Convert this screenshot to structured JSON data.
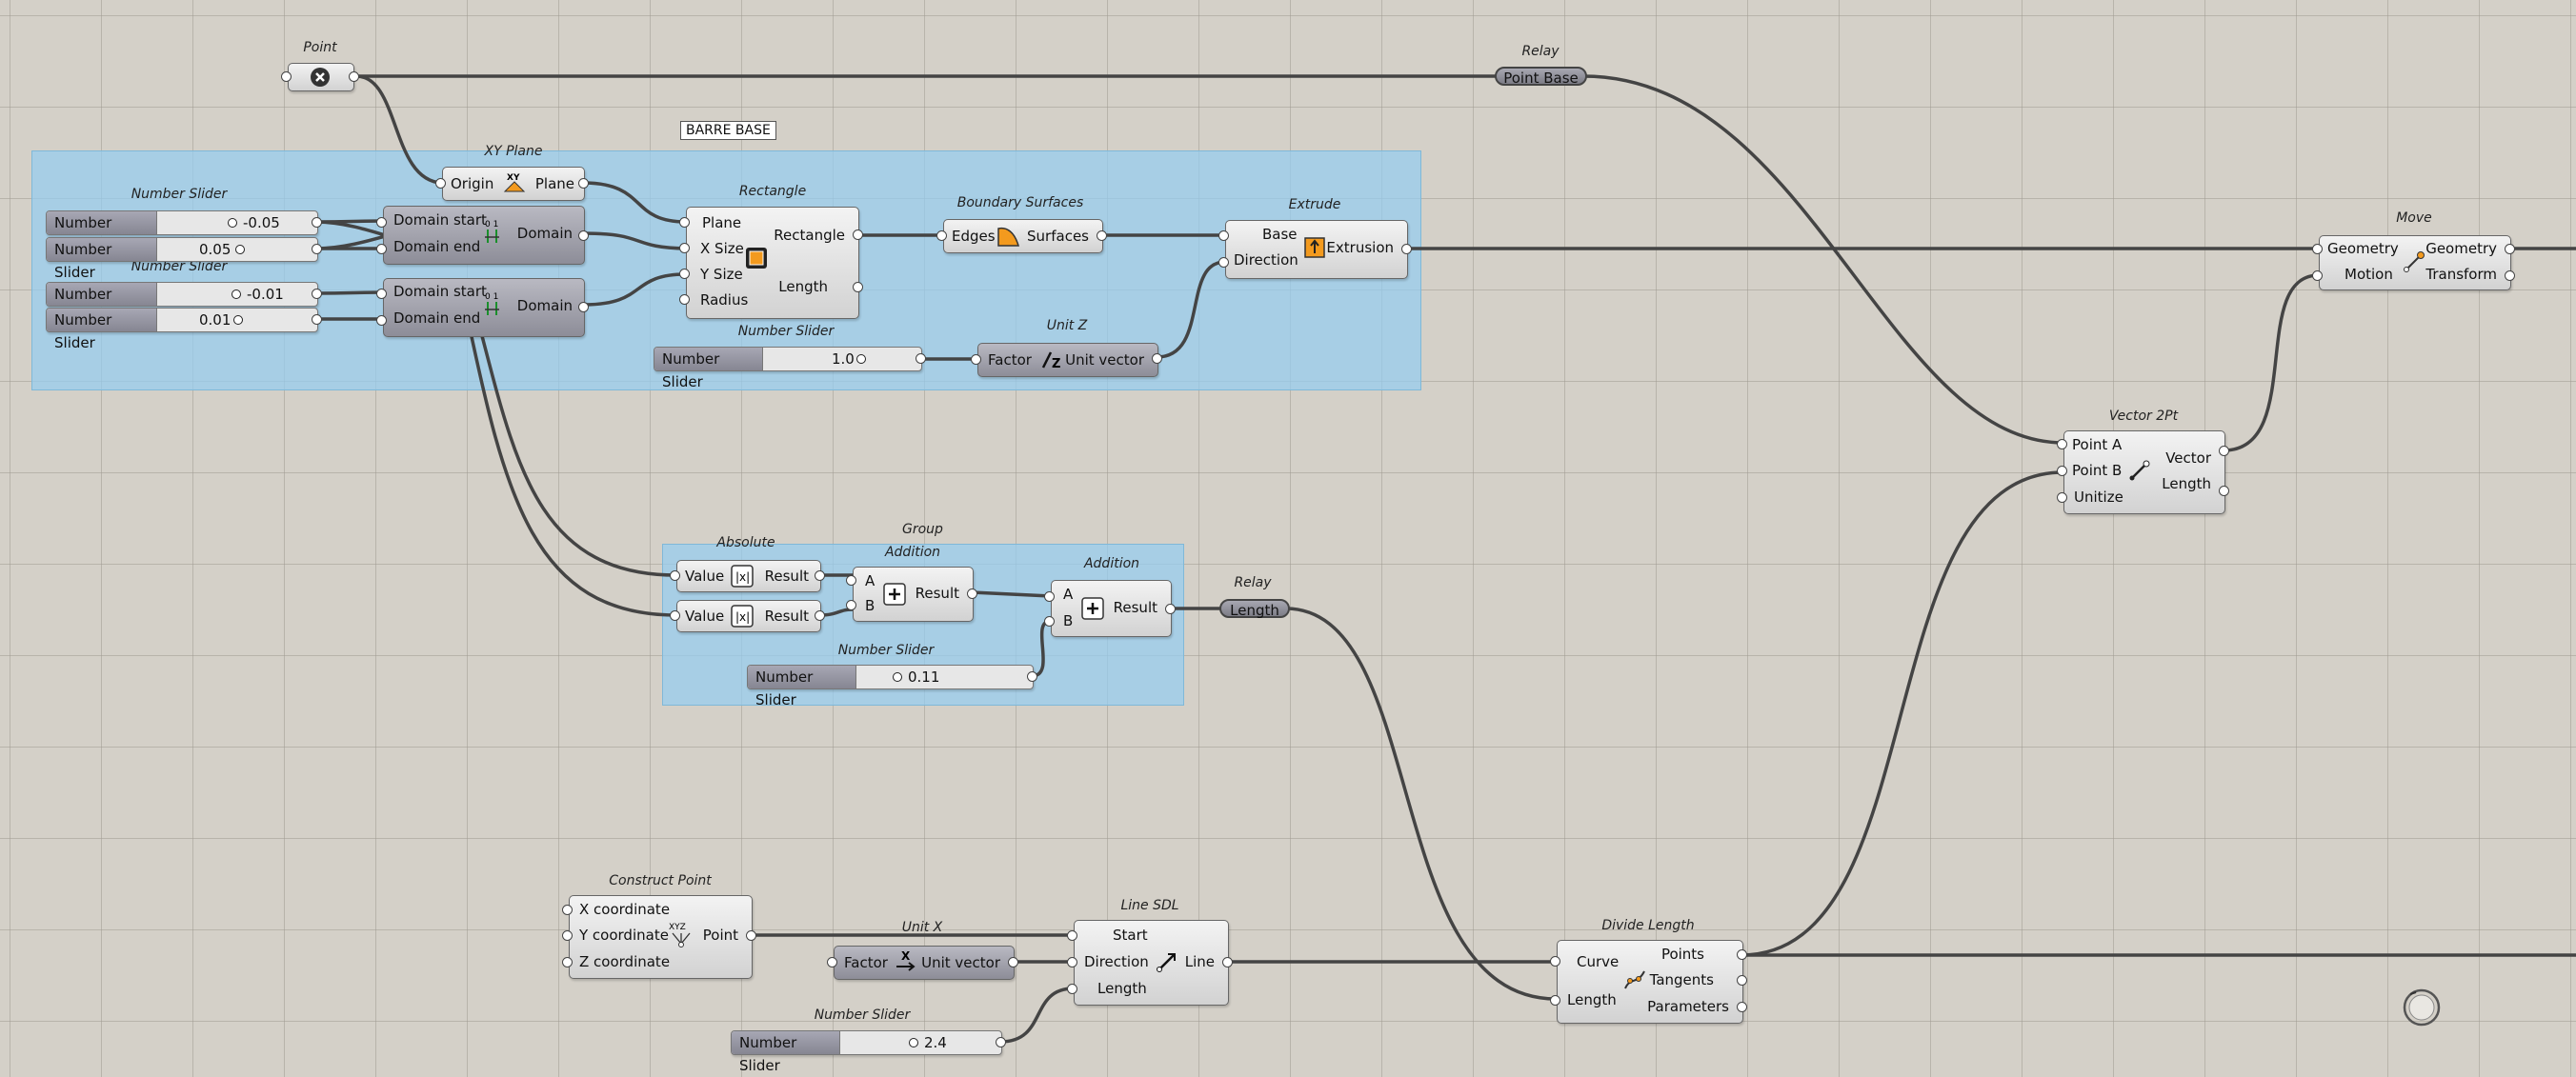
{
  "canvas": {
    "background": "#d4d0c8",
    "group_color": "#96cdf0"
  },
  "scribble": {
    "text": "BARRE BASE"
  },
  "groups": {
    "main_group_title": "Group"
  },
  "titles": {
    "point": "Point",
    "relay1": "Relay",
    "xy_plane": "XY Plane",
    "rectangle": "Rectangle",
    "boundary": "Boundary Surfaces",
    "extrude": "Extrude",
    "move": "Move",
    "slider1": "Number Slider",
    "slider2": "Number Slider",
    "unit_z": "Unit Z",
    "slider5": "Number Slider",
    "vector2pt": "Vector 2Pt",
    "absolute": "Absolute",
    "addition1": "Addition",
    "addition2": "Addition",
    "relay2": "Relay",
    "slider6": "Number Slider",
    "construct_point": "Construct Point",
    "unit_x": "Unit X",
    "line_sdl": "Line SDL",
    "slider7": "Number Slider",
    "divide_length": "Divide Length"
  },
  "sliders": {
    "s1": {
      "name": "Number Slider",
      "value": "-0.05"
    },
    "s2": {
      "name": "Number Slider",
      "value": "0.05"
    },
    "s3": {
      "name": "Number Slider",
      "value": "-0.01"
    },
    "s4": {
      "name": "Number Slider",
      "value": "0.01"
    },
    "s5": {
      "name": "Number Slider",
      "value": "1.0"
    },
    "s6": {
      "name": "Number Slider",
      "value": "0.11"
    },
    "s7": {
      "name": "Number Slider",
      "value": "2.4"
    }
  },
  "relays": {
    "r1": "Point Base",
    "r2": "Length"
  },
  "components": {
    "xy_plane": {
      "in": "Origin",
      "out": "Plane"
    },
    "domain1": {
      "in1": "Domain start",
      "in2": "Domain end",
      "out": "Domain"
    },
    "domain2": {
      "in1": "Domain start",
      "in2": "Domain end",
      "out": "Domain"
    },
    "rectangle": {
      "in1": "Plane",
      "in2": "X Size",
      "in3": "Y Size",
      "in4": "Radius",
      "out1": "Rectangle",
      "out2": "Length"
    },
    "boundary": {
      "in": "Edges",
      "out": "Surfaces"
    },
    "extrude": {
      "in1": "Base",
      "in2": "Direction",
      "out": "Extrusion"
    },
    "unit_z": {
      "in": "Factor",
      "out": "Unit vector"
    },
    "move": {
      "in1": "Geometry",
      "in2": "Motion",
      "out1": "Geometry",
      "out2": "Transform"
    },
    "vector2pt": {
      "in1": "Point A",
      "in2": "Point B",
      "in3": "Unitize",
      "out1": "Vector",
      "out2": "Length"
    },
    "abs1": {
      "in": "Value",
      "out": "Result"
    },
    "abs2": {
      "in": "Value",
      "out": "Result"
    },
    "add1": {
      "in1": "A",
      "in2": "B",
      "out": "Result"
    },
    "add2": {
      "in1": "A",
      "in2": "B",
      "out": "Result"
    },
    "construct_point": {
      "in1": "X coordinate",
      "in2": "Y coordinate",
      "in3": "Z coordinate",
      "out": "Point"
    },
    "unit_x": {
      "in": "Factor",
      "out": "Unit vector"
    },
    "line_sdl": {
      "in1": "Start",
      "in2": "Direction",
      "in3": "Length",
      "out": "Line"
    },
    "divide_length": {
      "in1": "Curve",
      "in2": "Length",
      "out1": "Points",
      "out2": "Tangents",
      "out3": "Parameters"
    }
  }
}
